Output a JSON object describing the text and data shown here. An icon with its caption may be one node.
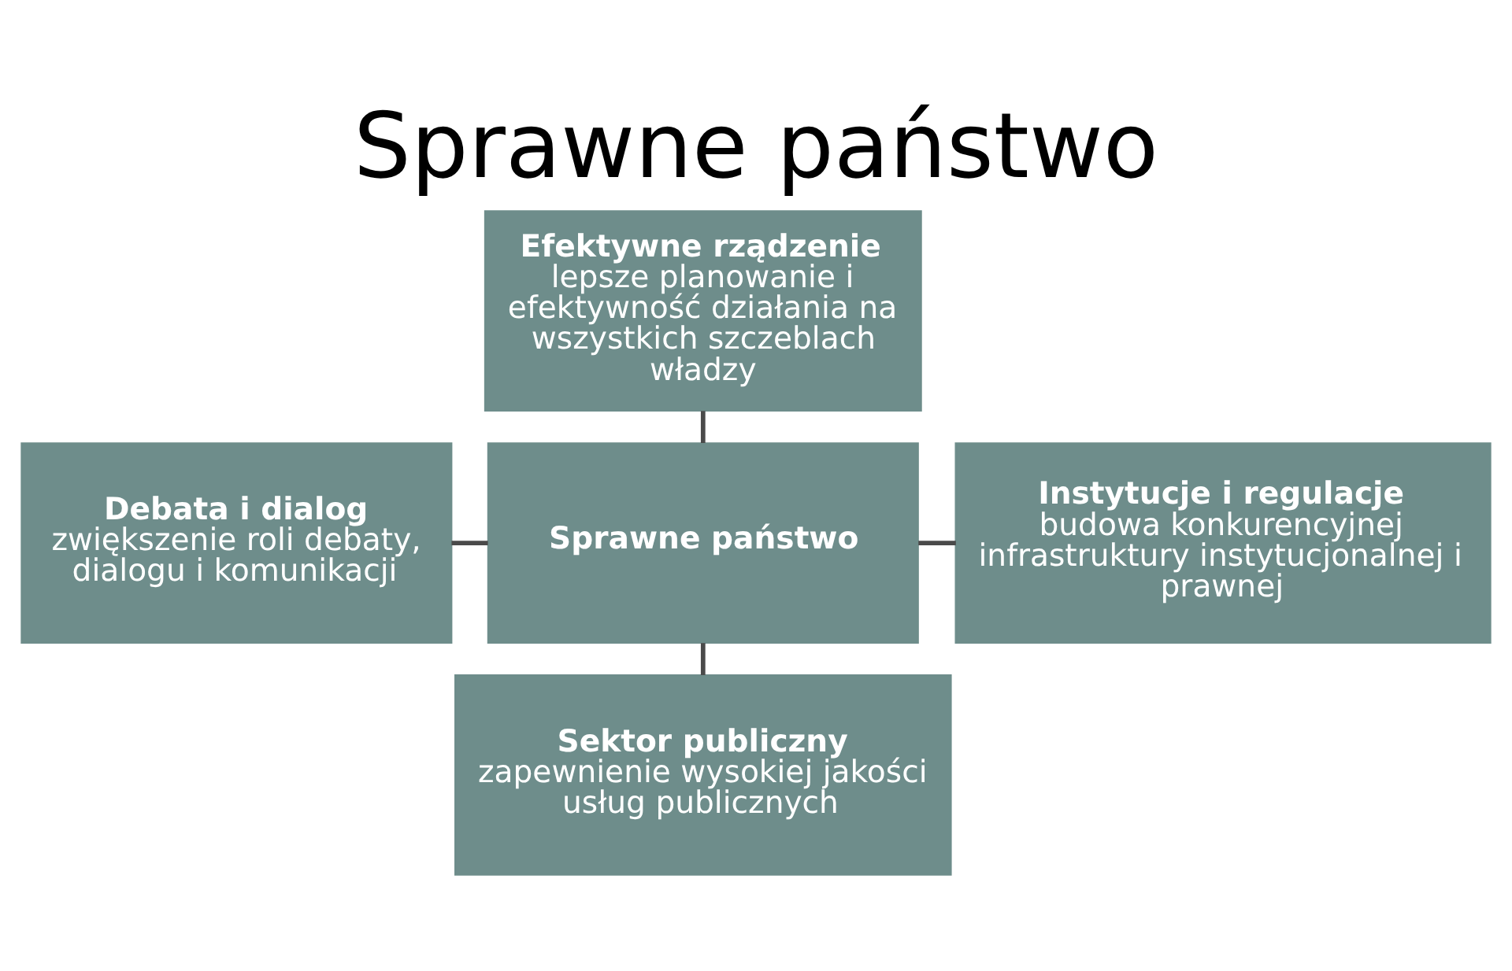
{
  "diagram": {
    "title": "Sprawne państwo",
    "nodes": [
      {
        "text": [
          "Efektywne rządzenie",
          "lepsze planowanie i efektywność działania na wszystkich szczeblach władzy"
        ]
      },
      {
        "text": [
          "Debata i dialog",
          "zwiększenie roli debaty, dialogu i komunikacji"
        ]
      },
      {
        "text": [
          "Sprawne państwo"
        ]
      },
      {
        "text": [
          "Instytucje i regulacje",
          "budowa konkurencyjnej infrastruktury instytucjonalnej i prawnej"
        ]
      },
      {
        "text": [
          "Sektor publiczny",
          "zapewnienie wysokiej jakości usług publicznych"
        ]
      }
    ],
    "edges": [
      {
        "from": 0,
        "to": 2,
        "arrow": "none"
      },
      {
        "from": 1,
        "to": 2,
        "arrow": "none"
      },
      {
        "from": 2,
        "to": 3,
        "arrow": "none"
      },
      {
        "from": 2,
        "to": 4,
        "arrow": "none"
      }
    ]
  }
}
